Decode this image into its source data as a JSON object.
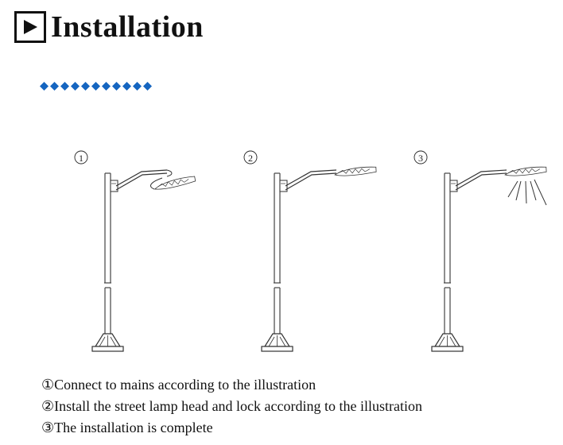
{
  "header": {
    "title": "Installation",
    "icon": "play-icon"
  },
  "decoration": {
    "diamond_count": 11,
    "diamond_color": "#1565c0"
  },
  "steps": [
    {
      "number": "①",
      "caption": "①Connect to mains according to the illustration"
    },
    {
      "number": "②",
      "caption": "②Install the street lamp head and lock according to the illustration"
    },
    {
      "number": "③",
      "caption": "③The installation is complete"
    }
  ]
}
